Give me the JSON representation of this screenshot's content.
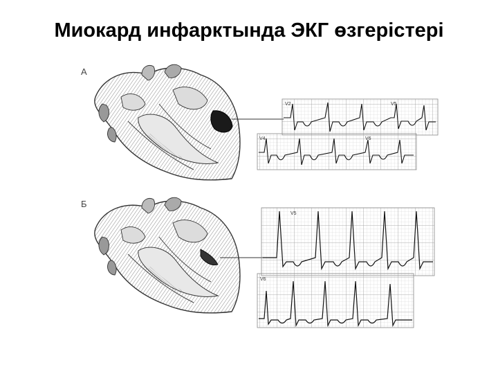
{
  "slide": {
    "title": "Миокард инфарктында ЭКГ өзгерістері"
  },
  "panels": [
    {
      "label": "А",
      "leads": [
        "V2",
        "V5",
        "V4",
        "V6"
      ]
    },
    {
      "label": "Б",
      "leads": [
        "V5",
        "V6"
      ]
    }
  ],
  "colors": {
    "ink": "#2a2a2a",
    "grid": "#c8c8c8",
    "background": "#ffffff"
  },
  "icons": [
    "heart-section-illustration",
    "ecg-strip"
  ]
}
